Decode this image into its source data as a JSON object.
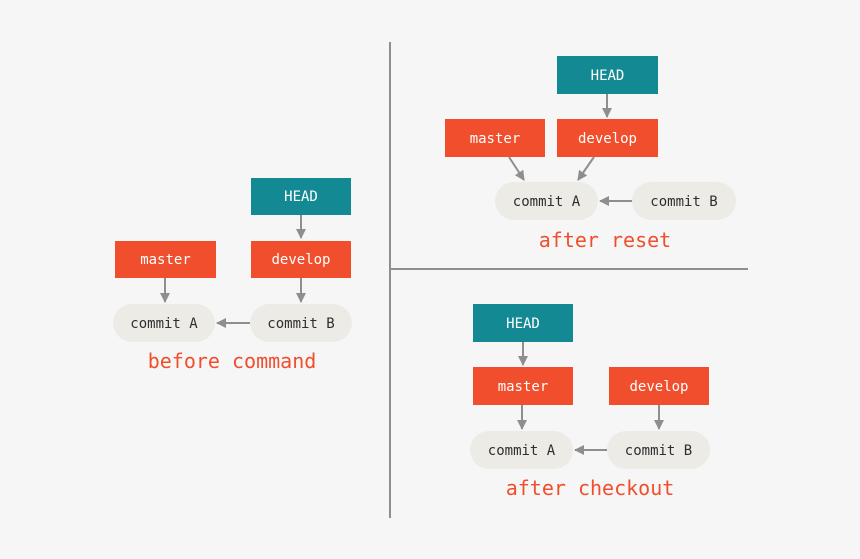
{
  "colors": {
    "background": "#f6f6f6",
    "head": "#138a93",
    "branch": "#f04e2c",
    "commit": "#ecebe6",
    "arrow": "#8e8e8e",
    "divider": "#8e8e8e",
    "caption": "#f04e2c"
  },
  "panels": {
    "before": {
      "head": "HEAD",
      "master": "master",
      "develop": "develop",
      "commit_a": "commit A",
      "commit_b": "commit B",
      "caption": "before command"
    },
    "after_reset": {
      "head": "HEAD",
      "master": "master",
      "develop": "develop",
      "commit_a": "commit A",
      "commit_b": "commit B",
      "caption": "after reset"
    },
    "after_checkout": {
      "head": "HEAD",
      "master": "master",
      "develop": "develop",
      "commit_a": "commit A",
      "commit_b": "commit B",
      "caption": "after checkout"
    }
  }
}
